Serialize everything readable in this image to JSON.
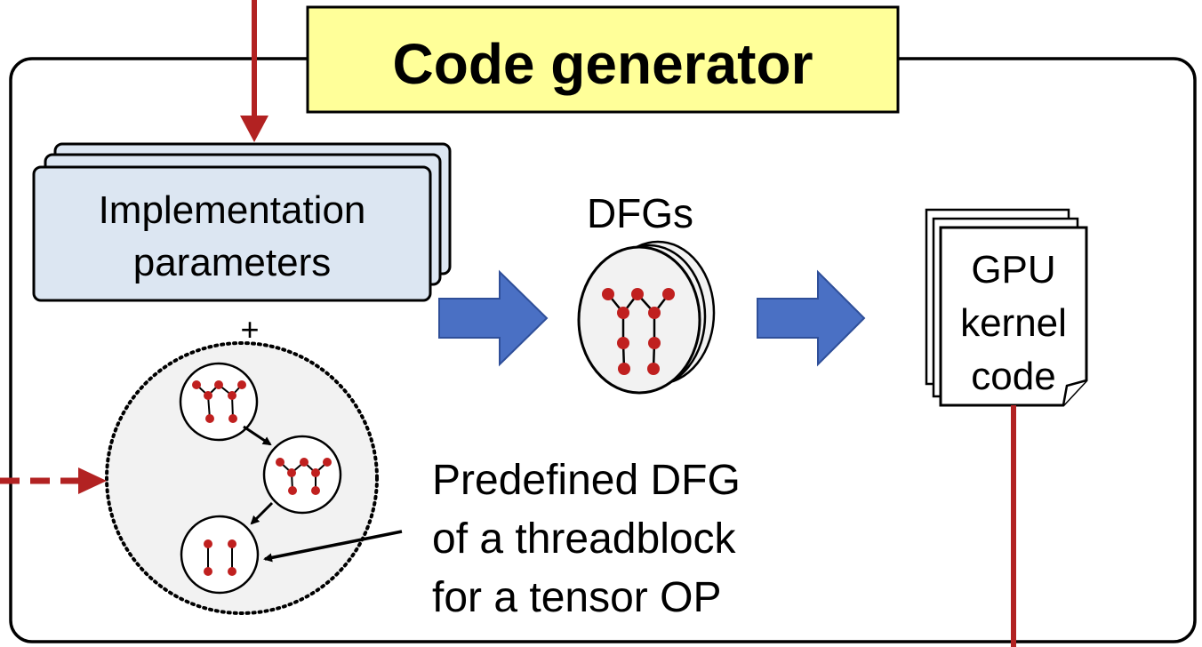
{
  "title": "Code generator",
  "impl_params": {
    "line1": "Implementation",
    "line2": "parameters"
  },
  "plus_sign": "+",
  "dfgs_label": "DFGs",
  "gpu_code": {
    "line1": "GPU",
    "line2": "kernel",
    "line3": "code"
  },
  "predefined": {
    "line1": "Predefined DFG",
    "line2": "of a threadblock",
    "line3": "for a tensor OP"
  },
  "colors": {
    "title_fill": "#ffff99",
    "params_fill": "#dce6f2",
    "flow_arrow": "#4a70c4",
    "red_line": "#b22222",
    "node_red": "#c0201f",
    "circle_fill": "#f2f2f2"
  }
}
